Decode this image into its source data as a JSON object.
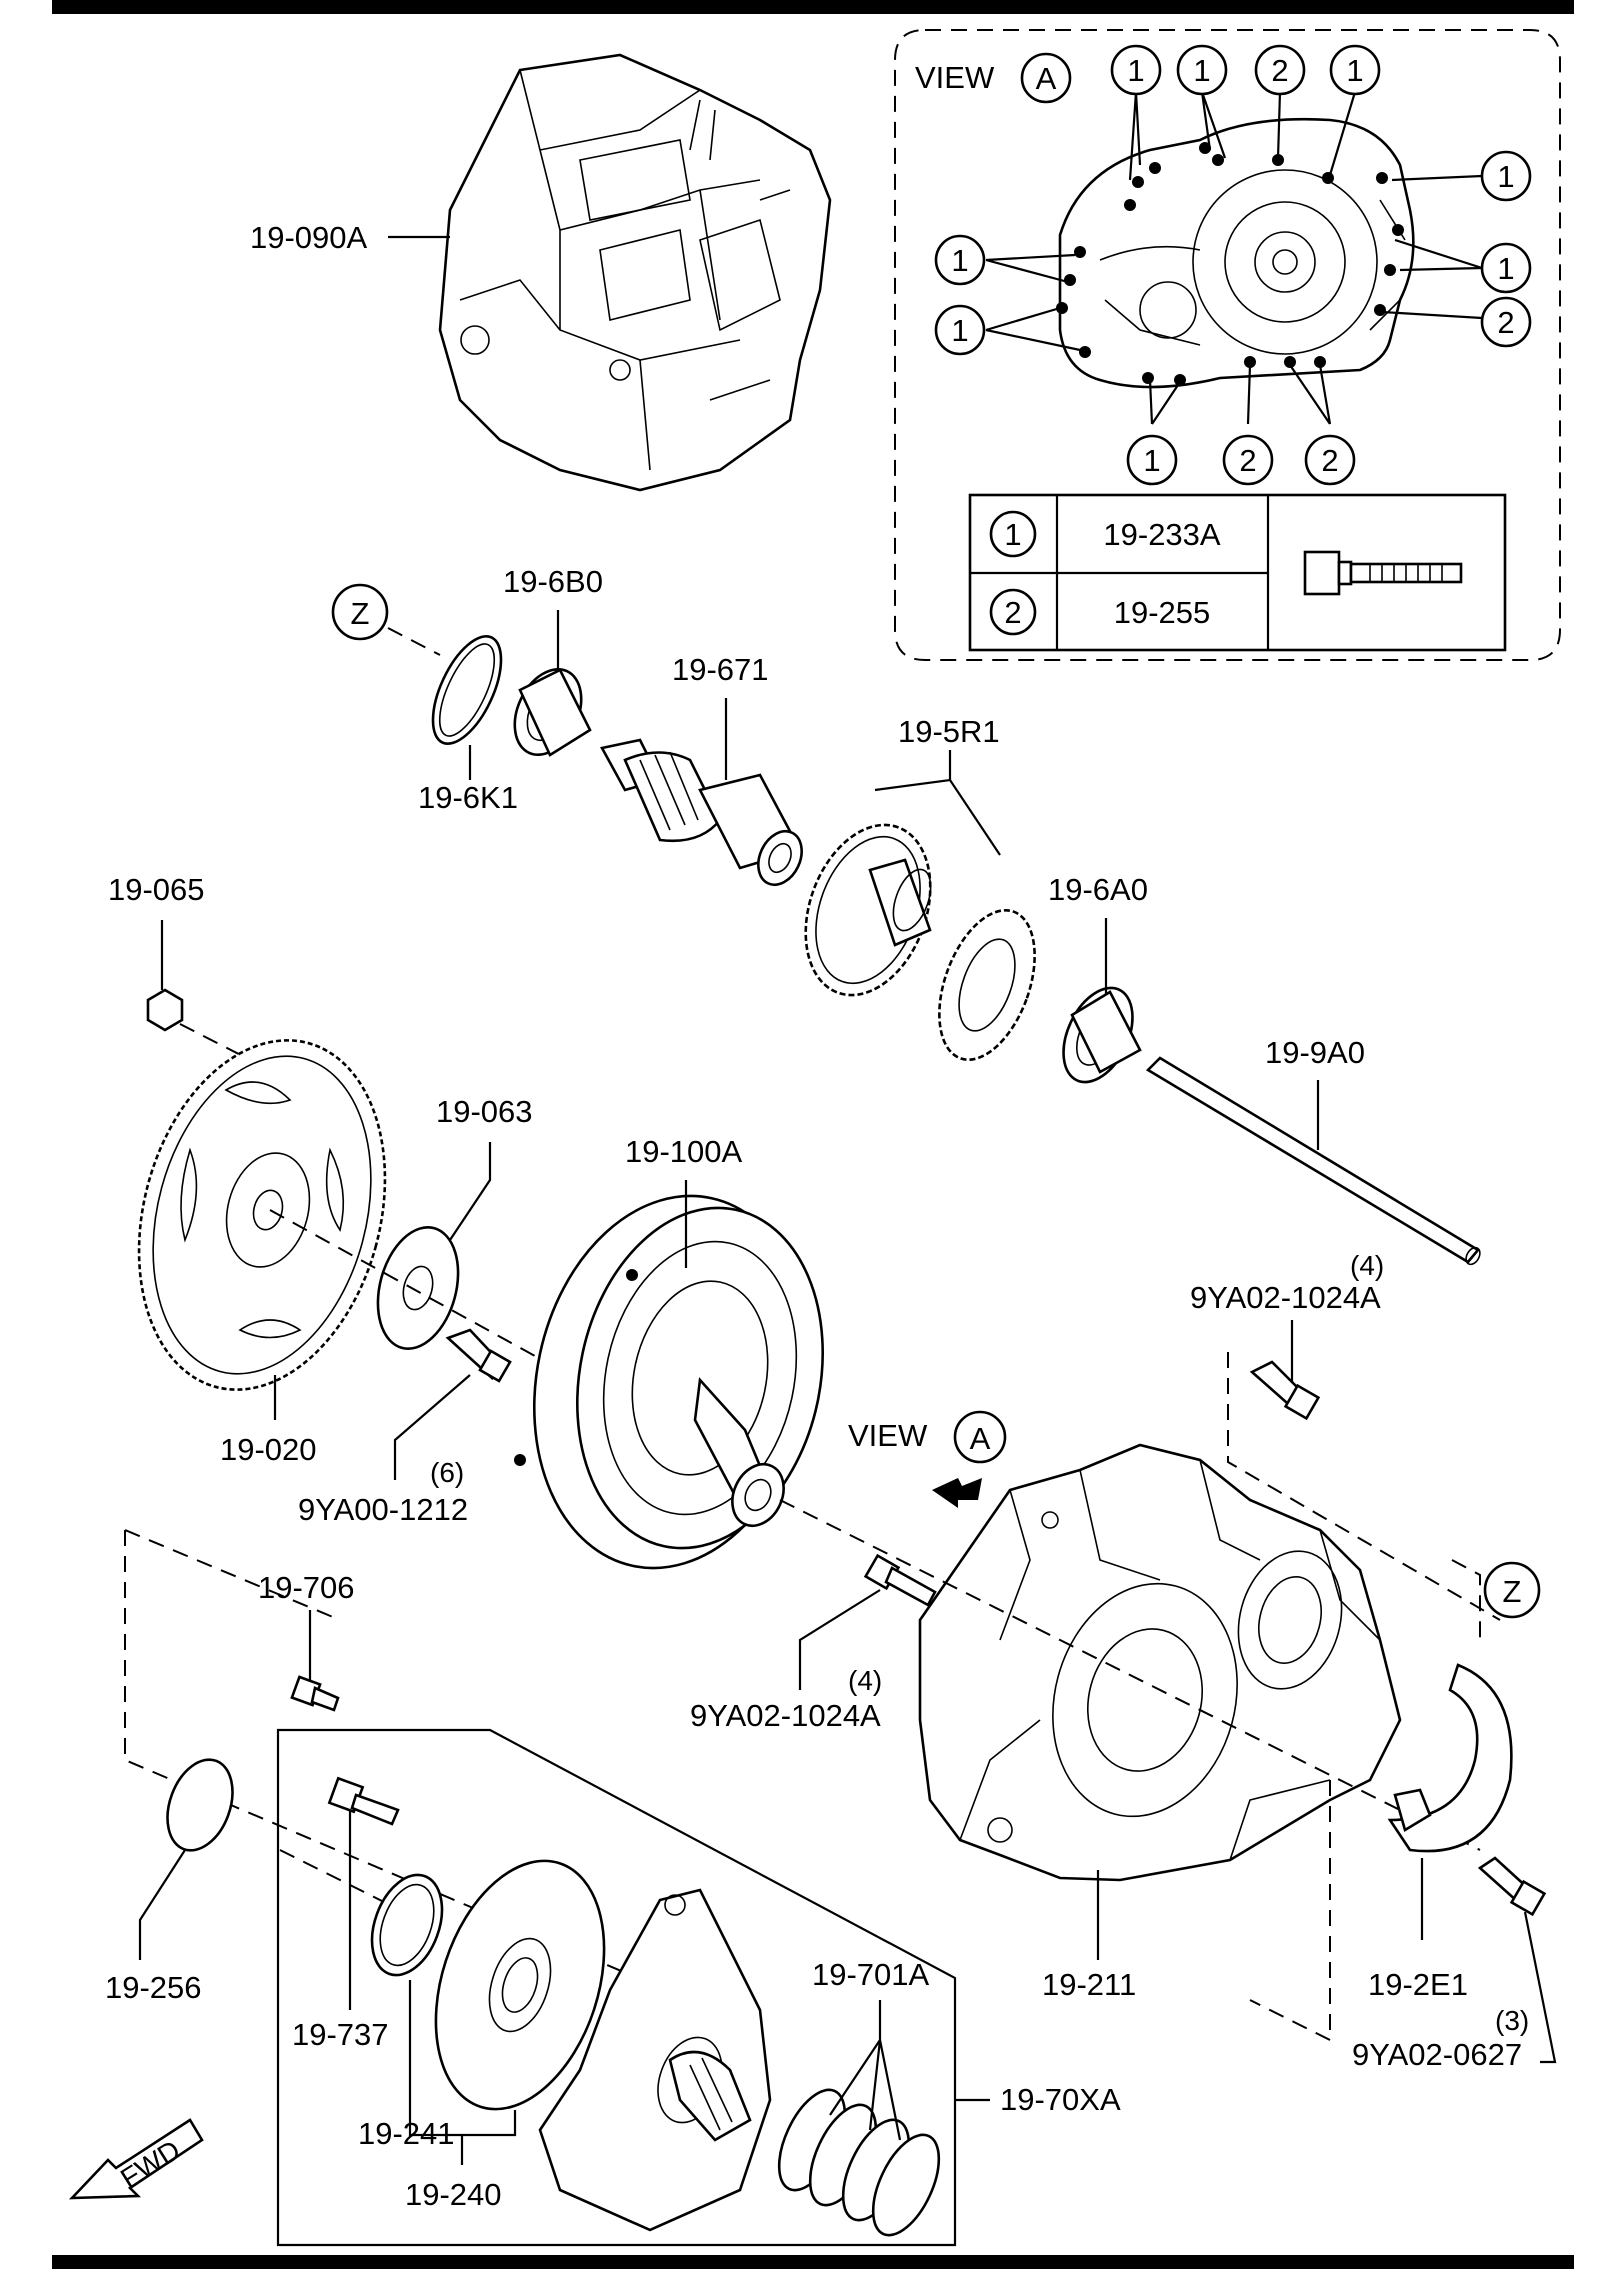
{
  "labels": {
    "p19_090A": "19-090A",
    "p19_6B0": "19-6B0",
    "p19_6K1": "19-6K1",
    "p19_671": "19-671",
    "p19_5R1": "19-5R1",
    "p19_6A0": "19-6A0",
    "p19_065": "19-065",
    "p19_9A0": "19-9A0",
    "p19_063": "19-063",
    "p19_100A": "19-100A",
    "p19_020": "19-020",
    "p9YA00_1212": "9YA00-1212",
    "p9YA00_1212_qty": "(6)",
    "p9YA02_1024A_top": "9YA02-1024A",
    "p9YA02_1024A_top_qty": "(4)",
    "p9YA02_1024A_mid": "9YA02-1024A",
    "p9YA02_1024A_mid_qty": "(4)",
    "p19_706": "19-706",
    "p19_256": "19-256",
    "p19_737": "19-737",
    "p19_241": "19-241",
    "p19_240": "19-240",
    "p19_701A": "19-701A",
    "p19_70XA": "19-70XA",
    "p19_211": "19-211",
    "p19_2E1": "19-2E1",
    "p9YA02_0627": "9YA02-0627",
    "p9YA02_0627_qty": "(3)",
    "z_top": "Z",
    "z_right": "Z",
    "view_word": "VIEW",
    "view_letter": "A",
    "fwd": "FWD"
  },
  "view_panel": {
    "title_word": "VIEW",
    "title_letter": "A",
    "callout_1": "1",
    "callout_2": "2",
    "table": [
      {
        "key": "1",
        "part": "19-233A"
      },
      {
        "key": "2",
        "part": "19-255"
      }
    ]
  }
}
